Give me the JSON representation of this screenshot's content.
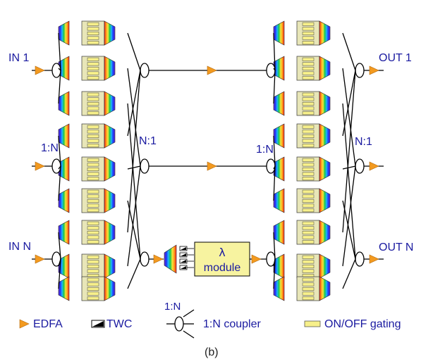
{
  "colors": {
    "edfa": "#f39a1f",
    "coupler_fill": "#ffffff",
    "line": "#000000",
    "gate_fill": "#f7f08a",
    "lambda_fill": "#f7f3a0",
    "label": "#1a1aa0",
    "rainbow": [
      "#6b2bd9",
      "#1d34f5",
      "#1eb3ff",
      "#19c84b",
      "#f6e53a",
      "#ff9a1a",
      "#ff1f1f"
    ]
  },
  "labels": {
    "in_1": "IN 1",
    "in_n": "IN N",
    "split_1n_left": "1:N",
    "combine_n1_left": "N:1",
    "split_1n_right": "1:N",
    "combine_n1_right": "N:1",
    "out_1": "OUT 1",
    "out_n": "OUT N",
    "lambda_symbol": "λ",
    "lambda_module": "module"
  },
  "legend": {
    "edfa": "EDFA",
    "twc": "TWC",
    "coupler_ratio": "1:N",
    "coupler": "1:N coupler",
    "gating": "ON/OFF gating"
  },
  "caption": "(b)"
}
